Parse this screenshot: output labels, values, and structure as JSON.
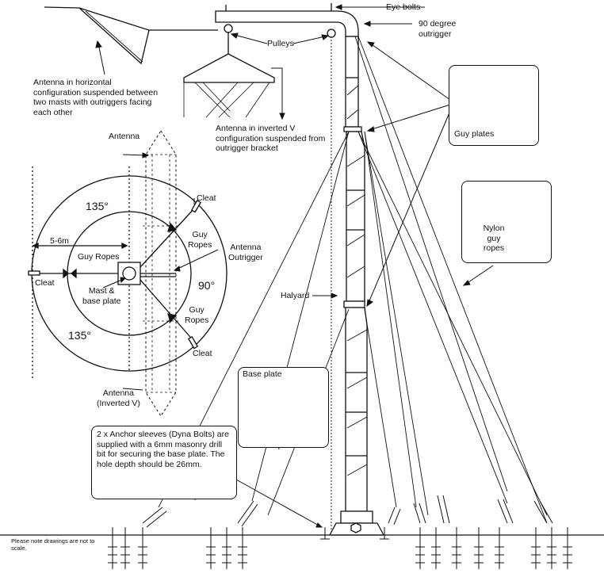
{
  "labels": {
    "eye_bolts": "Eye bolts",
    "outrigger_90": "90 degree\noutrigger",
    "pulleys": "Pulleys",
    "antenna_horizontal": "Antenna in horizontal configuration suspended between two masts with outriggers facing each other",
    "antenna_inverted_v": "Antenna in inverted V configuration suspended from outrigger bracket",
    "guy_plates": "Guy plates",
    "nylon_guy_ropes": "Nylon guy ropes",
    "halyard": "Halyard",
    "base_plate": "Base plate",
    "anchor_note": "2 x Anchor sleeves (Dyna Bolts) are supplied with a 6mm masonry drill bit for securing the base plate. The hole depth should be 26mm.",
    "scale_note": "Please note drawings are not to scale."
  },
  "plan_view": {
    "antenna_top": "Antenna",
    "antenna_bottom": "Antenna\n(Inverted V)",
    "angle_top": "135°",
    "angle_bottom": "135°",
    "angle_right": "90°",
    "distance": "5-6m",
    "guy_ropes_left": "Guy Ropes",
    "guy_ropes_top": "Guy\nRopes",
    "guy_ropes_bottom": "Guy\nRopes",
    "mast_base": "Mast &\nbase plate",
    "antenna_outrigger": "Antenna\nOutrigger",
    "cleat_left": "Cleat",
    "cleat_top": "Cleat",
    "cleat_bottom": "Cleat"
  }
}
